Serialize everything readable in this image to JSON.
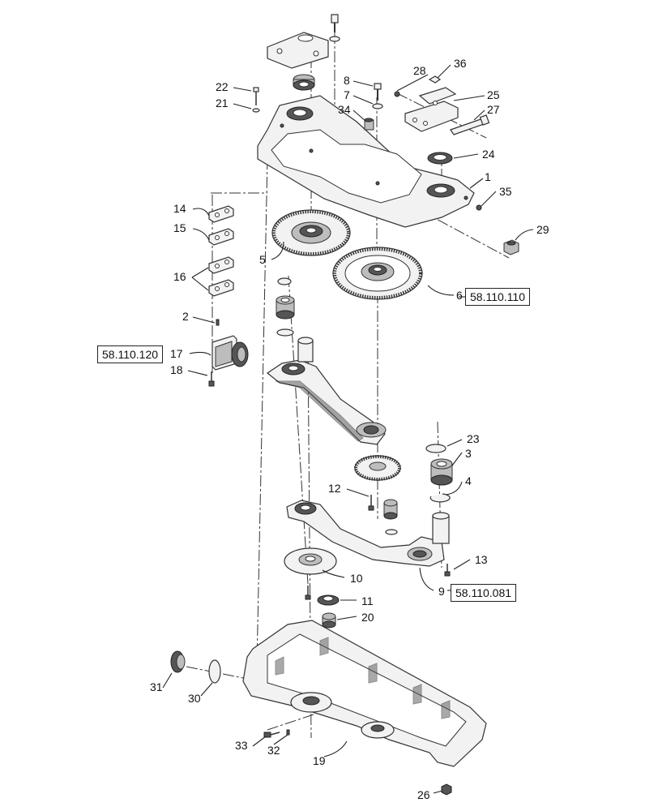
{
  "callouts": [
    "1",
    "2",
    "3",
    "4",
    "5",
    "6",
    "7",
    "8",
    "9",
    "10",
    "11",
    "12",
    "13",
    "14",
    "15",
    "16",
    "17",
    "18",
    "19",
    "20",
    "21",
    "22",
    "23",
    "24",
    "25",
    "26",
    "27",
    "28",
    "29",
    "30",
    "31",
    "32",
    "33",
    "34",
    "35",
    "36"
  ],
  "references": {
    "ref_6": "58.110.110",
    "ref_17": "58.110.120",
    "ref_9": "58.110.081"
  },
  "colors": {
    "line": "#333333",
    "background": "#ffffff",
    "shade": "#555555"
  }
}
